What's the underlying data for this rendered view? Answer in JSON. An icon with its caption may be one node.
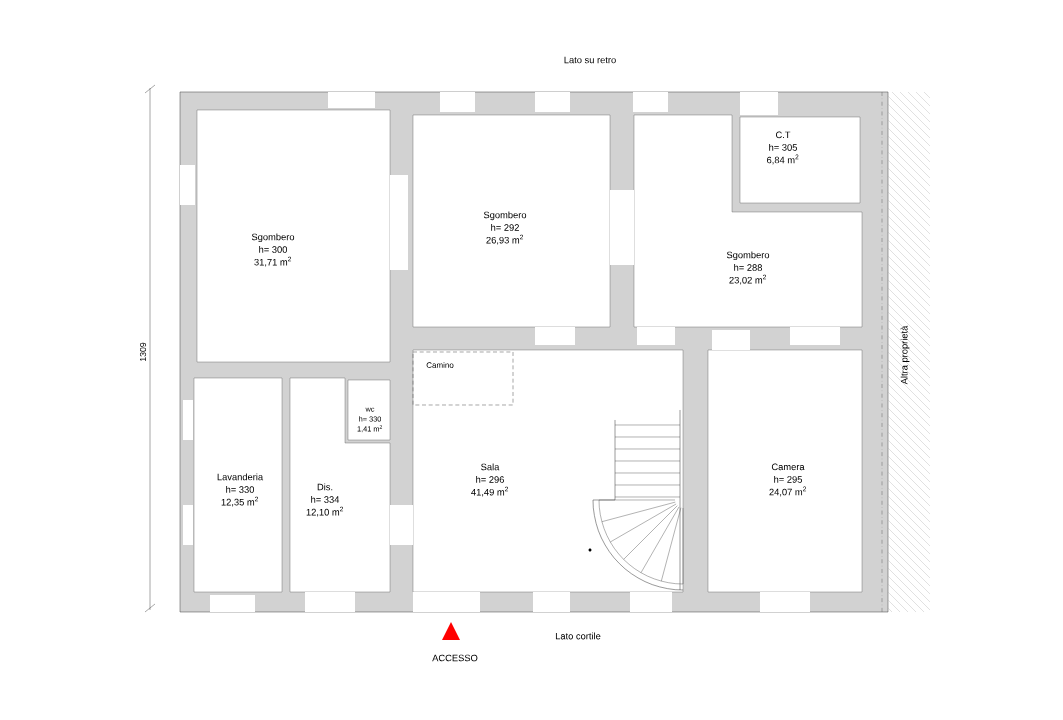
{
  "diagram": {
    "nodes": [
      {
        "text": [
          "Sgombero",
          "h= 300",
          "31,71 m$^{2}$"
        ]
      },
      {
        "text": [
          "Sgombero",
          "h= 292",
          "26,93 m$^{2}$"
        ]
      },
      {
        "text": [
          "C.T",
          "h= 305",
          "6,84 m$^{2}$"
        ]
      },
      {
        "text": [
          "Sgombero",
          "h= 288",
          "23,02 m$^{2}$"
        ]
      },
      {
        "text": [
          "wc",
          "h= 330",
          "1,41 m$^{2}$"
        ]
      },
      {
        "text": [
          "Lavanderia",
          "h= 330",
          "12,35 m$^{2}$"
        ]
      },
      {
        "text": [
          "Dis.",
          "h= 334",
          "12,10 m$^{2}$"
        ]
      },
      {
        "text": [
          "Sala",
          "h= 296",
          "41,49 m$^{2}$"
        ]
      },
      {
        "text": [
          "Camino"
        ],
        "in": 7
      },
      {
        "text": [
          "Camera",
          "h= 295",
          "24,07 m$^{2}$"
        ]
      }
    ],
    "labels": [
      "Lato su retro",
      "1309",
      "Altra proprietà",
      "Lato cortile",
      "ACCESSO"
    ]
  }
}
